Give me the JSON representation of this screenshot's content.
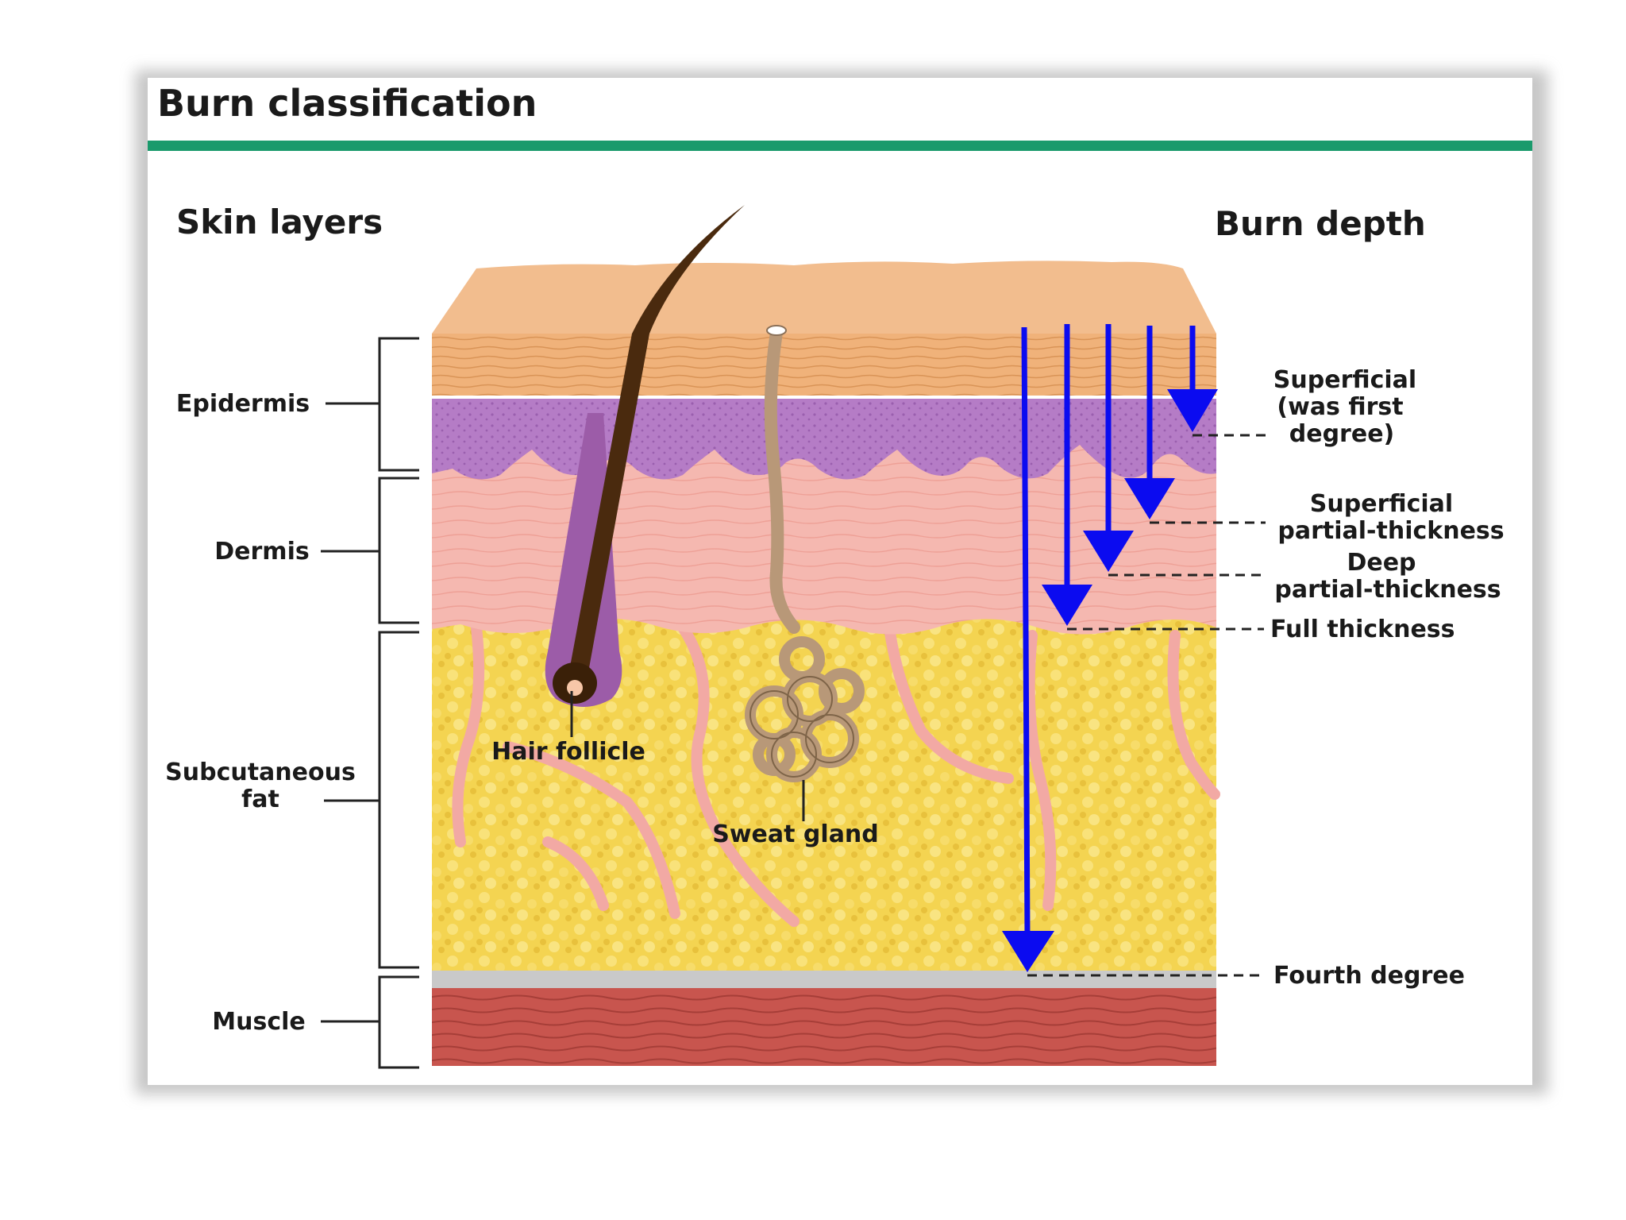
{
  "figure": {
    "title": "Burn classification",
    "accent_color": "#1a9a6c"
  },
  "headings": {
    "skin_layers": "Skin layers",
    "burn_depth": "Burn depth"
  },
  "layers": {
    "epidermis": "Epidermis",
    "dermis": "Dermis",
    "subcutaneous_line1": "Subcutaneous",
    "subcutaneous_line2": "fat",
    "muscle": "Muscle"
  },
  "structures": {
    "hair_follicle": "Hair follicle",
    "sweat_gland": "Sweat gland"
  },
  "burn_depths": {
    "superficial_line1": "Superficial",
    "superficial_line2": "(was first",
    "superficial_line3": "degree)",
    "sup_partial_line1": "Superficial",
    "sup_partial_line2": "partial-thickness",
    "deep_partial_line1": "Deep",
    "deep_partial_line2": "partial-thickness",
    "full_thickness": "Full thickness",
    "fourth_degree": "Fourth degree"
  },
  "colors": {
    "arrow": "#0b0bf0",
    "stratum_corneum": "#f2bd8e",
    "epidermis": "#f0b27a",
    "basal_layer": "#b57cc6",
    "dermis": "#f5b8b0",
    "fat": "#f4d451",
    "fascia": "#c9c9c9",
    "muscle": "#c8554e",
    "hair": "#4a2a0e",
    "sweat_gland": "#b89878"
  }
}
